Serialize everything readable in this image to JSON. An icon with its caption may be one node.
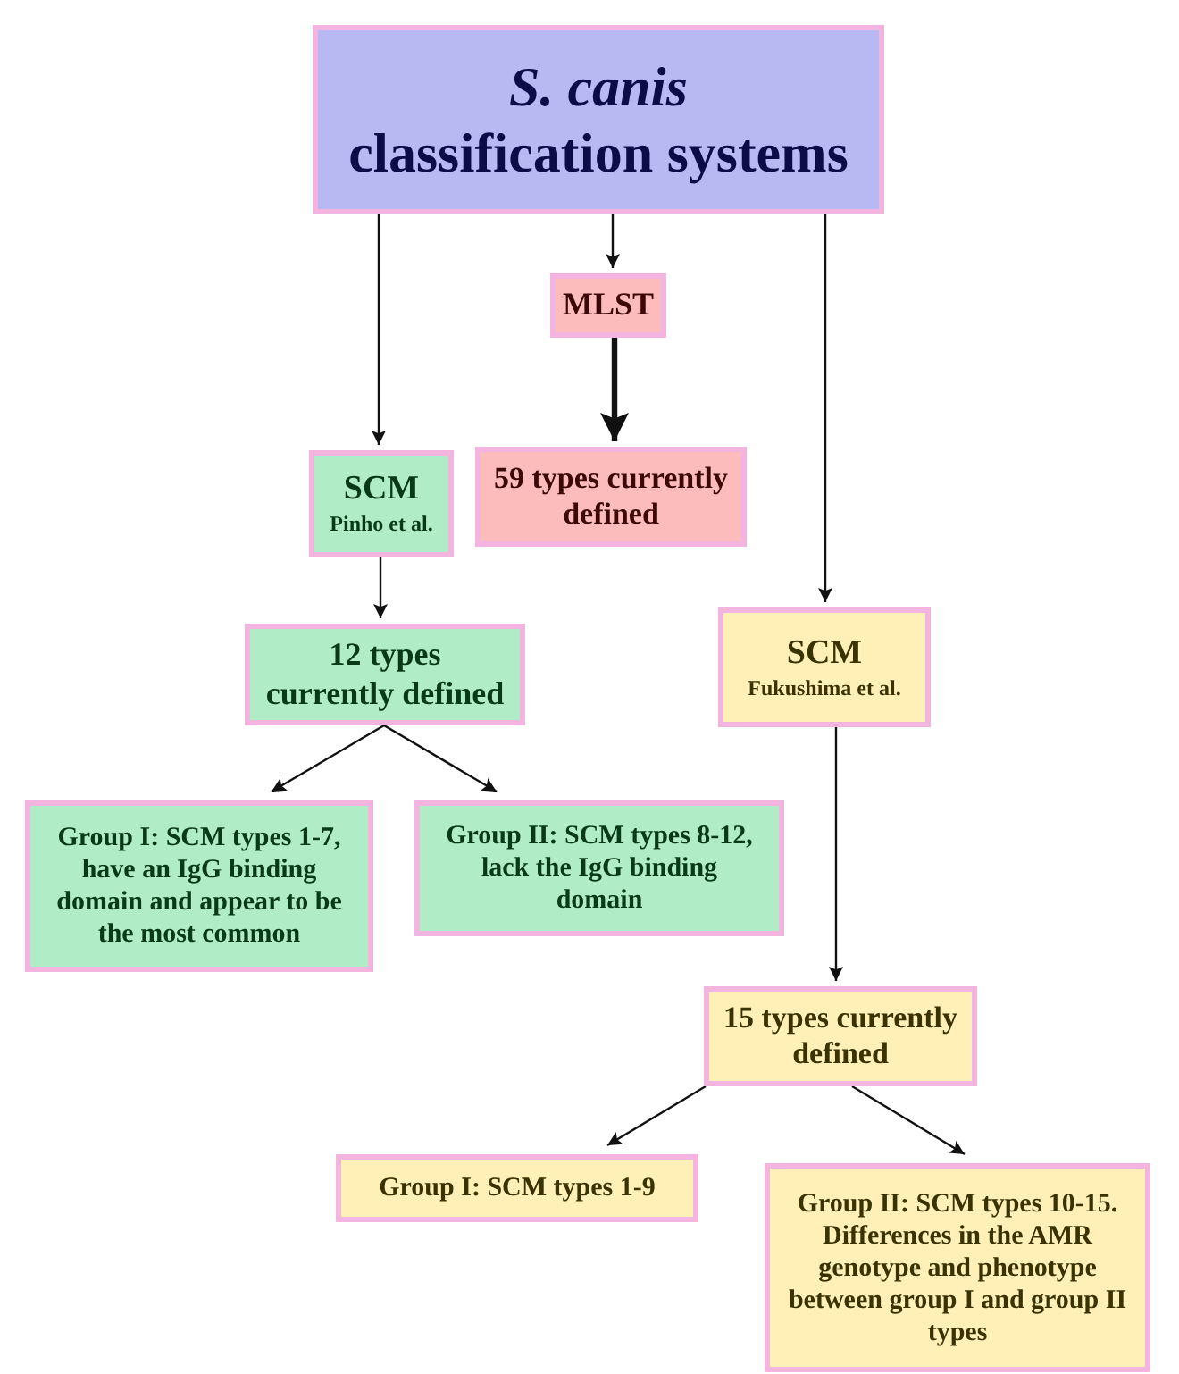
{
  "diagram": {
    "nodes": [
      {
        "text": [
          "S. canis",
          "classification systems"
        ]
      },
      {
        "text": [
          "MLST"
        ]
      },
      {
        "text": [
          "59 types currently defined"
        ]
      },
      {
        "text": [
          "SCM",
          "Pinho et al."
        ]
      },
      {
        "text": [
          "12 types currently defined"
        ]
      },
      {
        "text": [
          "SCM",
          "Fukushima et al."
        ]
      },
      {
        "text": [
          "Group I: SCM types 1-7, have an IgG binding domain and appear to be the most common"
        ]
      },
      {
        "text": [
          "Group II: SCM types 8-12, lack the IgG binding domain"
        ]
      },
      {
        "text": [
          "15 types currently defined"
        ]
      },
      {
        "text": [
          "Group I: SCM types 1-9"
        ]
      },
      {
        "text": [
          "Group II: SCM types 10-15. Differences in the AMR genotype and phenotype between group I and group II types"
        ]
      }
    ],
    "edges": [
      {
        "from": 0,
        "to": 3,
        "arrow": "to"
      },
      {
        "from": 0,
        "to": 1,
        "arrow": "to"
      },
      {
        "from": 0,
        "to": 5,
        "arrow": "to"
      },
      {
        "from": 1,
        "to": 2,
        "arrow": "to",
        "style": "thick"
      },
      {
        "from": 3,
        "to": 4,
        "arrow": "to"
      },
      {
        "from": 4,
        "to": 6,
        "arrow": "to"
      },
      {
        "from": 4,
        "to": 7,
        "arrow": "to"
      },
      {
        "from": 5,
        "to": 8,
        "arrow": "to"
      },
      {
        "from": 8,
        "to": 9,
        "arrow": "to"
      },
      {
        "from": 8,
        "to": 10,
        "arrow": "to"
      }
    ]
  }
}
